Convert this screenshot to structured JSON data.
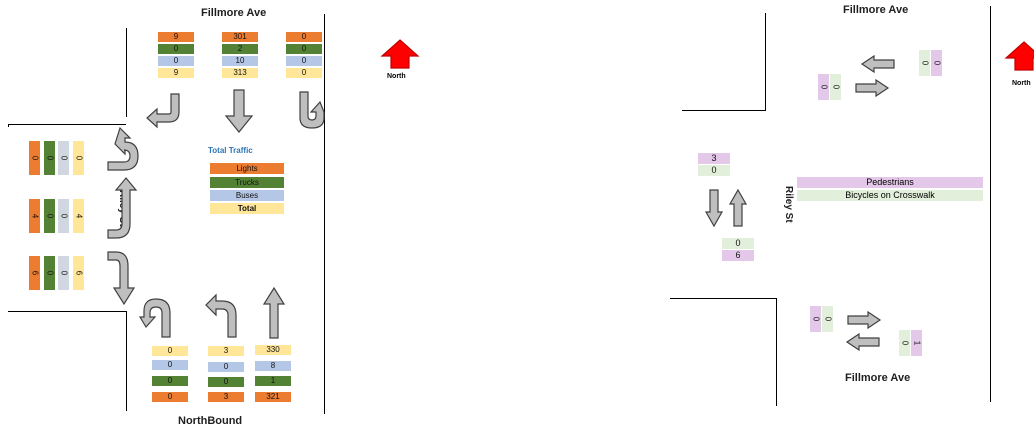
{
  "left_panel": {
    "street_top": "Fillmore Ave",
    "street_bottom": "NorthBound",
    "street_side": "Riley St",
    "north_label": "North",
    "southbound": {
      "left_turn": {
        "lights": "9",
        "trucks": "0",
        "buses": "0",
        "total": "9"
      },
      "through": {
        "lights": "301",
        "trucks": "2",
        "buses": "10",
        "total": "313"
      },
      "right_turn": {
        "lights": "0",
        "trucks": "0",
        "buses": "0",
        "total": "0"
      }
    },
    "eastbound": {
      "uturn": {
        "lights": "0",
        "trucks": "0",
        "buses": "0",
        "total": "0"
      },
      "left": {
        "lights": "4",
        "trucks": "0",
        "buses": "0",
        "total": "4"
      },
      "right": {
        "lights": "6",
        "trucks": "0",
        "buses": "0",
        "total": "6"
      }
    },
    "northbound": {
      "uturn": {
        "total": "0",
        "buses": "0",
        "trucks": "0",
        "lights": "0"
      },
      "left": {
        "total": "3",
        "buses": "0",
        "trucks": "0",
        "lights": "3"
      },
      "through": {
        "total": "330",
        "buses": "8",
        "trucks": "1",
        "lights": "321"
      }
    },
    "legend": {
      "title": "Total Traffic",
      "lights": "Lights",
      "trucks": "Trucks",
      "buses": "Buses",
      "total": "Total"
    },
    "colors": {
      "lights": "#ec7c30",
      "trucks": "#548235",
      "buses": "#b4c7e7",
      "total": "#ffe699",
      "legend_title": "#2e75b6"
    }
  },
  "right_panel": {
    "street_top": "Fillmore Ave",
    "street_bottom": "Fillmore Ave",
    "street_side": "Riley St",
    "north_label": "North",
    "legend": {
      "pedestrians": "Pedestrians",
      "bicycles": "Bicycles on Crosswalk"
    },
    "north_crossing": {
      "westbound": {
        "ped": "0",
        "bike": "0"
      },
      "eastbound": {
        "ped": "0",
        "bike": "0"
      }
    },
    "west_crossing": {
      "southbound": {
        "ped": "3",
        "bike": "0"
      },
      "northbound": {
        "bike": "0",
        "ped": "6"
      }
    },
    "south_crossing": {
      "eastbound": {
        "ped": "0",
        "bike": "0"
      },
      "westbound": {
        "bike": "0",
        "ped": "1"
      }
    },
    "colors": {
      "pedestrians": "#e4c8ea",
      "bicycles": "#e2efda"
    }
  }
}
